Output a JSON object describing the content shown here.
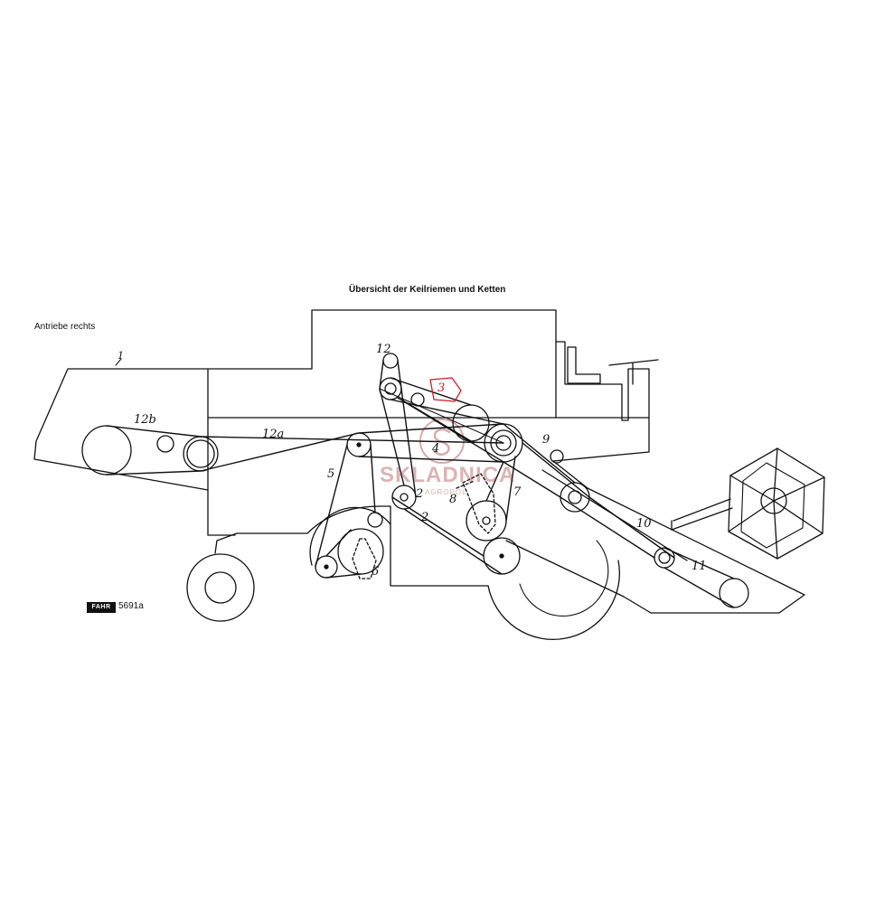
{
  "title": "Übersicht der Keilriemen und Ketten",
  "side_label": "Antriebe rechts",
  "logo": {
    "brand": "FAHR",
    "code": "5691a"
  },
  "watermark": {
    "text": "SKLADNICA",
    "sub": "AGROPOL",
    "color": "#9a2a2a"
  },
  "labels": {
    "belt_1": "1",
    "belt_2a": "2",
    "belt_2b": "2",
    "belt_3": "3",
    "belt_4": "4",
    "belt_5": "5",
    "belt_6": "6",
    "belt_7": "7",
    "belt_8": "8",
    "belt_9": "9",
    "belt_10": "10",
    "belt_11": "11",
    "belt_12": "12",
    "belt_12a": "12a",
    "belt_12b": "12b"
  },
  "highlight_color": "#c8202a"
}
